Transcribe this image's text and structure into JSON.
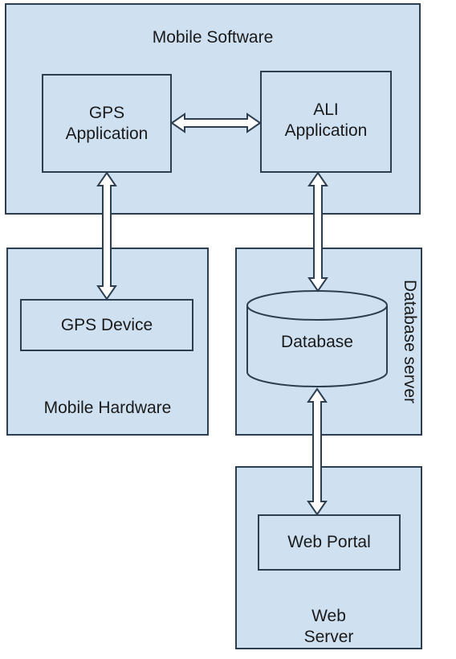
{
  "diagram": {
    "mobile_software": {
      "label": "Mobile Software"
    },
    "gps_application": {
      "label": "GPS\nApplication"
    },
    "ali_application": {
      "label": "ALI\nApplication"
    },
    "mobile_hardware": {
      "label": "Mobile Hardware"
    },
    "gps_device": {
      "label": "GPS Device"
    },
    "database_server": {
      "label": "Database server"
    },
    "database": {
      "label": "Database"
    },
    "web_server": {
      "label": "Web\nServer"
    },
    "web_portal": {
      "label": "Web Portal"
    }
  },
  "colors": {
    "fill": "#cfe0f1",
    "stroke": "#2c3e50",
    "arrow_fill": "#ffffff"
  }
}
